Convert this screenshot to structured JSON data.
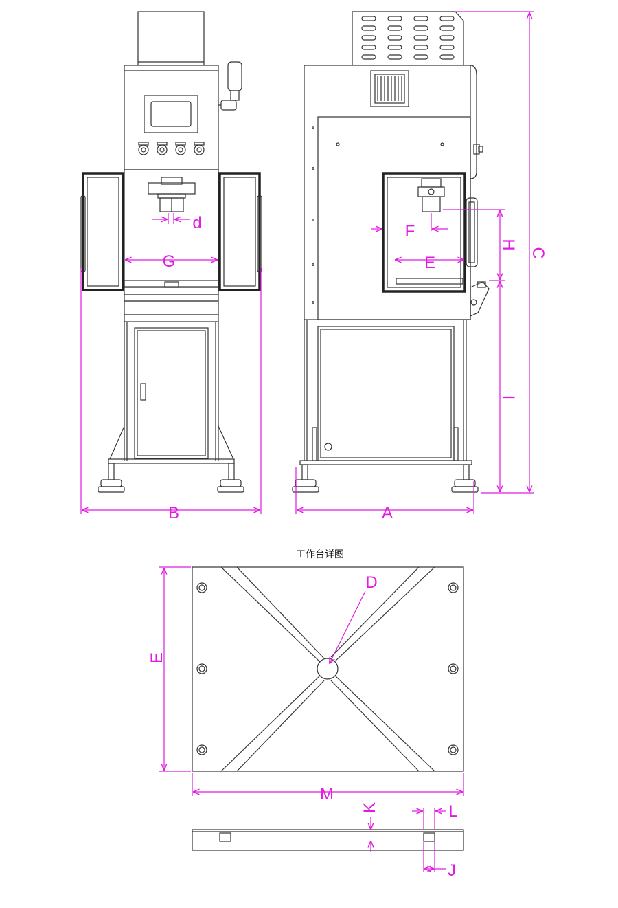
{
  "detail_title": "工作台详图",
  "labels": {
    "A": "A",
    "B": "B",
    "C": "C",
    "d": "d",
    "F": "F",
    "G": "G",
    "E_side": "E",
    "H": "H",
    "I": "I",
    "D": "D",
    "E_table": "E",
    "M": "M",
    "K": "K",
    "L": "L",
    "J": "J"
  },
  "colors": {
    "dimension": "#e01ce0",
    "line": "#333333"
  }
}
